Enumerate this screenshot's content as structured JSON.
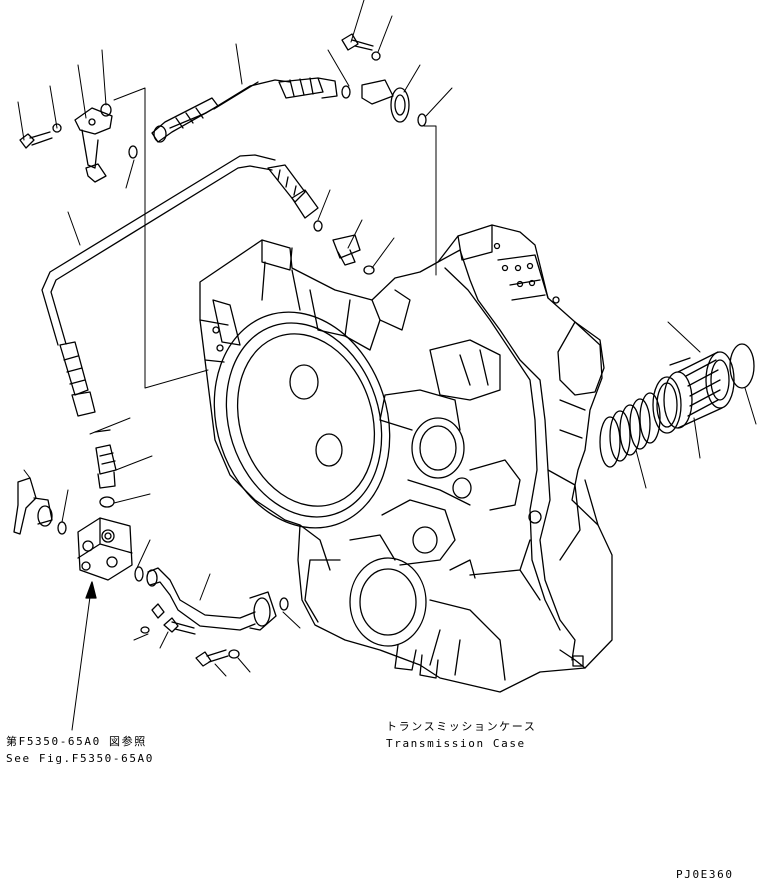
{
  "labels": {
    "reference_ja": "第F5350-65A0 図参照",
    "reference_en": "See Fig.F5350-65A0",
    "case_ja": "トランスミッションケース",
    "case_en": "Transmission Case",
    "drawing_number": "PJ0E360"
  },
  "colors": {
    "line": "#000000",
    "background": "#ffffff"
  }
}
